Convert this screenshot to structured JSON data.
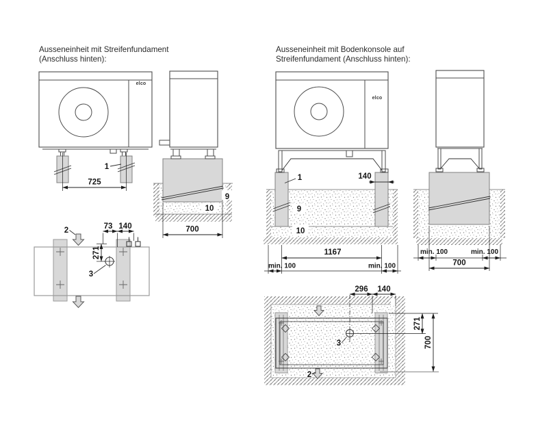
{
  "colors": {
    "background": "#ffffff",
    "concrete": "#d8d8d8",
    "line_dark": "#1c1c1c",
    "line_mid": "#4a4a4a",
    "line_gray": "#999999",
    "arrow_fill": "#d9d9d9"
  },
  "left": {
    "title1": "Ausseneinheit mit Streifenfundament",
    "title2": "(Anschluss hinten):",
    "front": {
      "logo": "elco",
      "callout_1": "1",
      "dim_width": "725"
    },
    "side": {
      "callout_9": "9",
      "callout_10": "10",
      "dim_depth": "700"
    },
    "top": {
      "callout_2": "2",
      "callout_3": "3",
      "dim_73": "73",
      "dim_140": "140",
      "dim_271": "271"
    }
  },
  "right": {
    "title1": "Ausseneinheit mit Bodenkonsole auf",
    "title2": "Streifenfundament (Anschluss hinten):",
    "front": {
      "logo": "elco",
      "callout_1": "1",
      "dim_140": "140",
      "callout_9": "9",
      "callout_10": "10",
      "dim_1167": "1167",
      "dim_min_left": "min. 100",
      "dim_min_right": "min. 100"
    },
    "side": {
      "dim_min_left": "min. 100",
      "dim_min_right": "min. 100",
      "dim_700": "700"
    },
    "top": {
      "dim_296": "296",
      "dim_140": "140",
      "dim_271": "271",
      "dim_700": "700",
      "callout_2": "2",
      "callout_3": "3"
    }
  }
}
